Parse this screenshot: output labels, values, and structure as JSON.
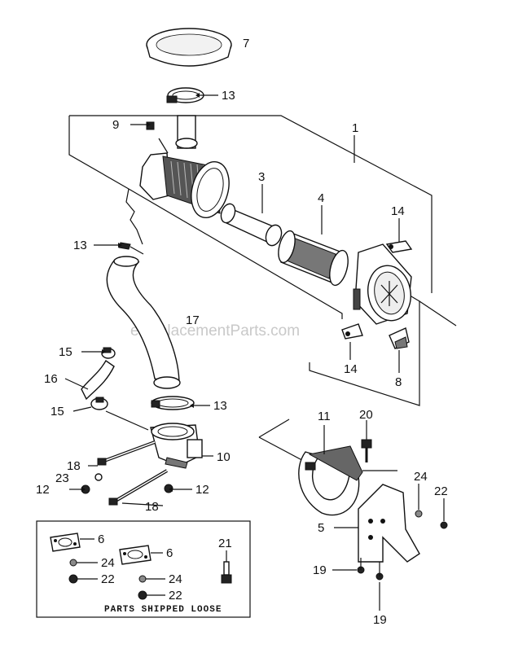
{
  "watermark": "eReplacementParts.com",
  "loose_parts_note": "PARTS SHIPPED LOOSE",
  "callouts": {
    "c1": "1",
    "c3": "3",
    "c4": "4",
    "c5": "5",
    "c6a": "6",
    "c6b": "6",
    "c7": "7",
    "c8": "8",
    "c9": "9",
    "c10": "10",
    "c11": "11",
    "c12a": "12",
    "c12b": "12",
    "c13a": "13",
    "c13b": "13",
    "c13c": "13",
    "c14a": "14",
    "c14b": "14",
    "c15a": "15",
    "c15b": "15",
    "c16": "16",
    "c17": "17",
    "c18a": "18",
    "c18b": "18",
    "c19a": "19",
    "c19b": "19",
    "c20": "20",
    "c21": "21",
    "c22a": "22",
    "c22b": "22",
    "c22c": "22",
    "c23": "23",
    "c24a": "24",
    "c24b": "24",
    "c24c": "24"
  }
}
